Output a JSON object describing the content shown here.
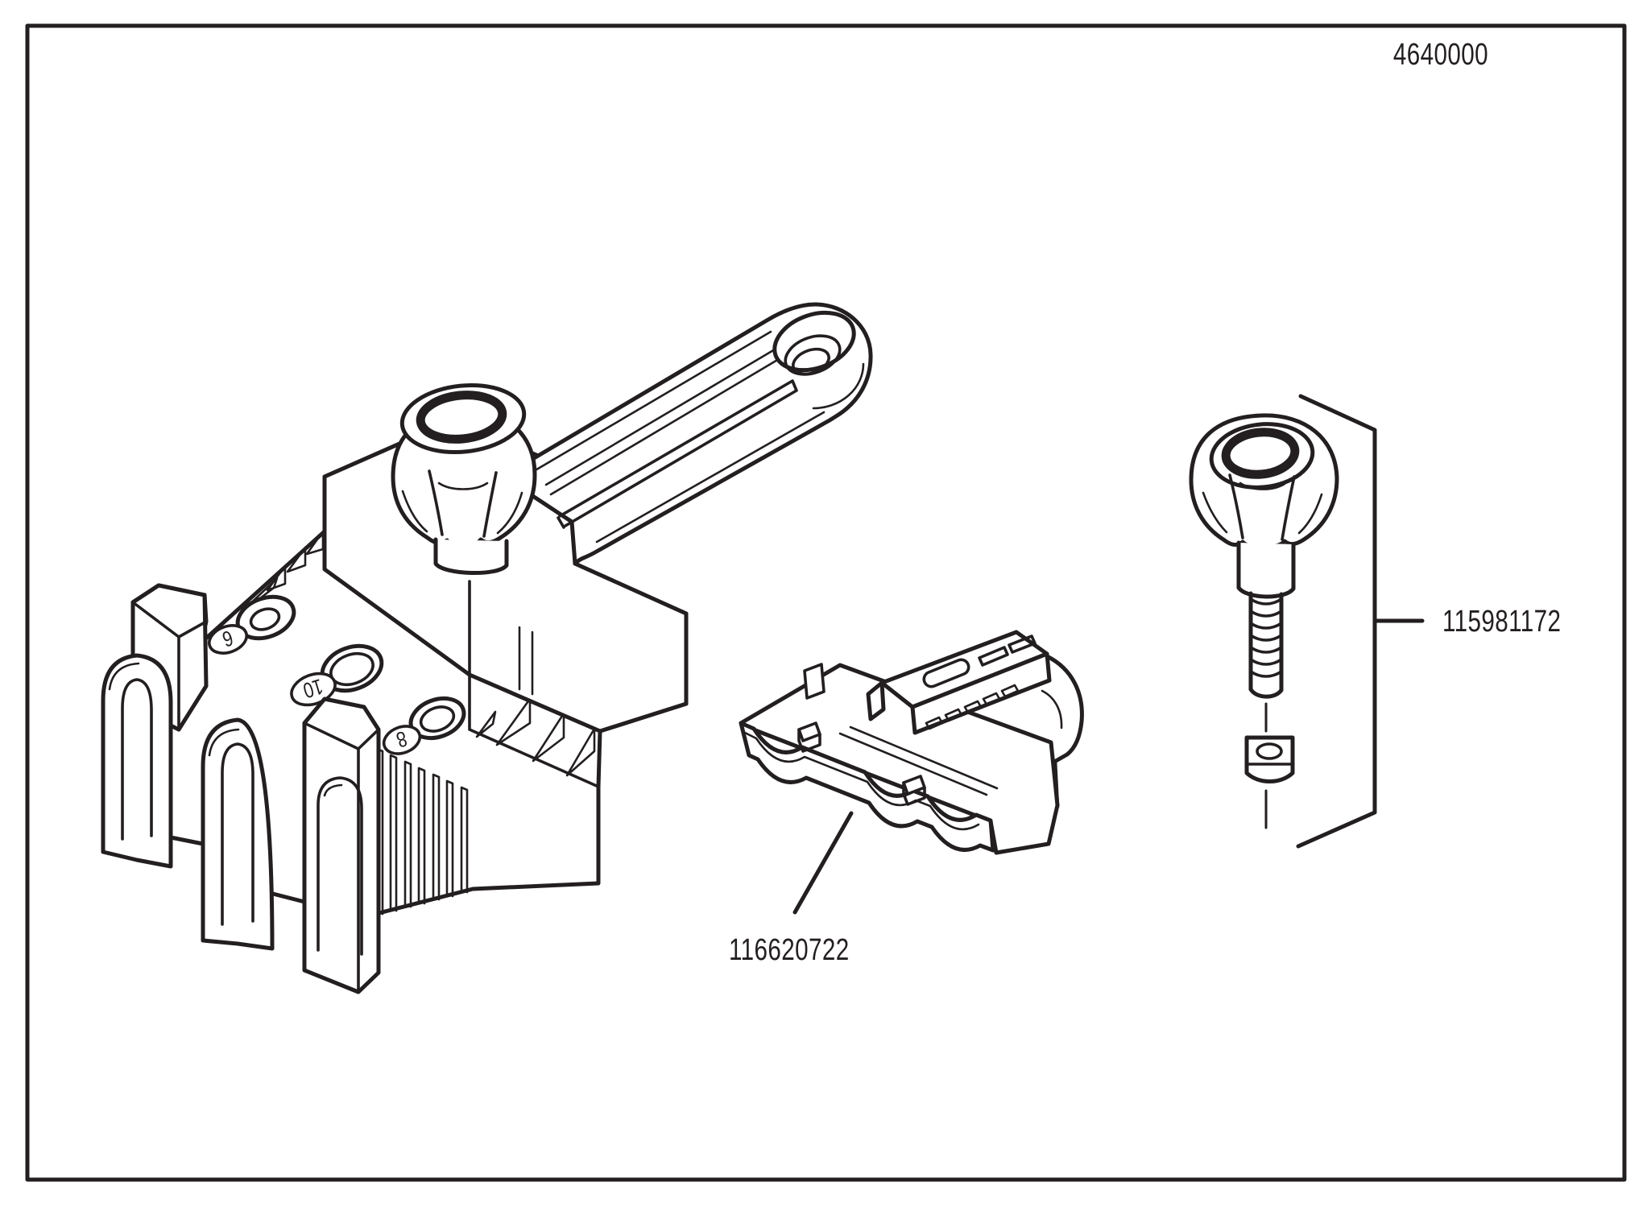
{
  "page": {
    "background_color": "#ffffff",
    "border_color": "#231f20",
    "line_color": "#231f20"
  },
  "drawing_number": "4640000",
  "part_numbers": {
    "knob_screw_assembly": "115981172",
    "stop_insert": "116620722"
  },
  "jig": {
    "drill_guide_hole_sizes": [
      "6",
      "10",
      "8"
    ]
  }
}
